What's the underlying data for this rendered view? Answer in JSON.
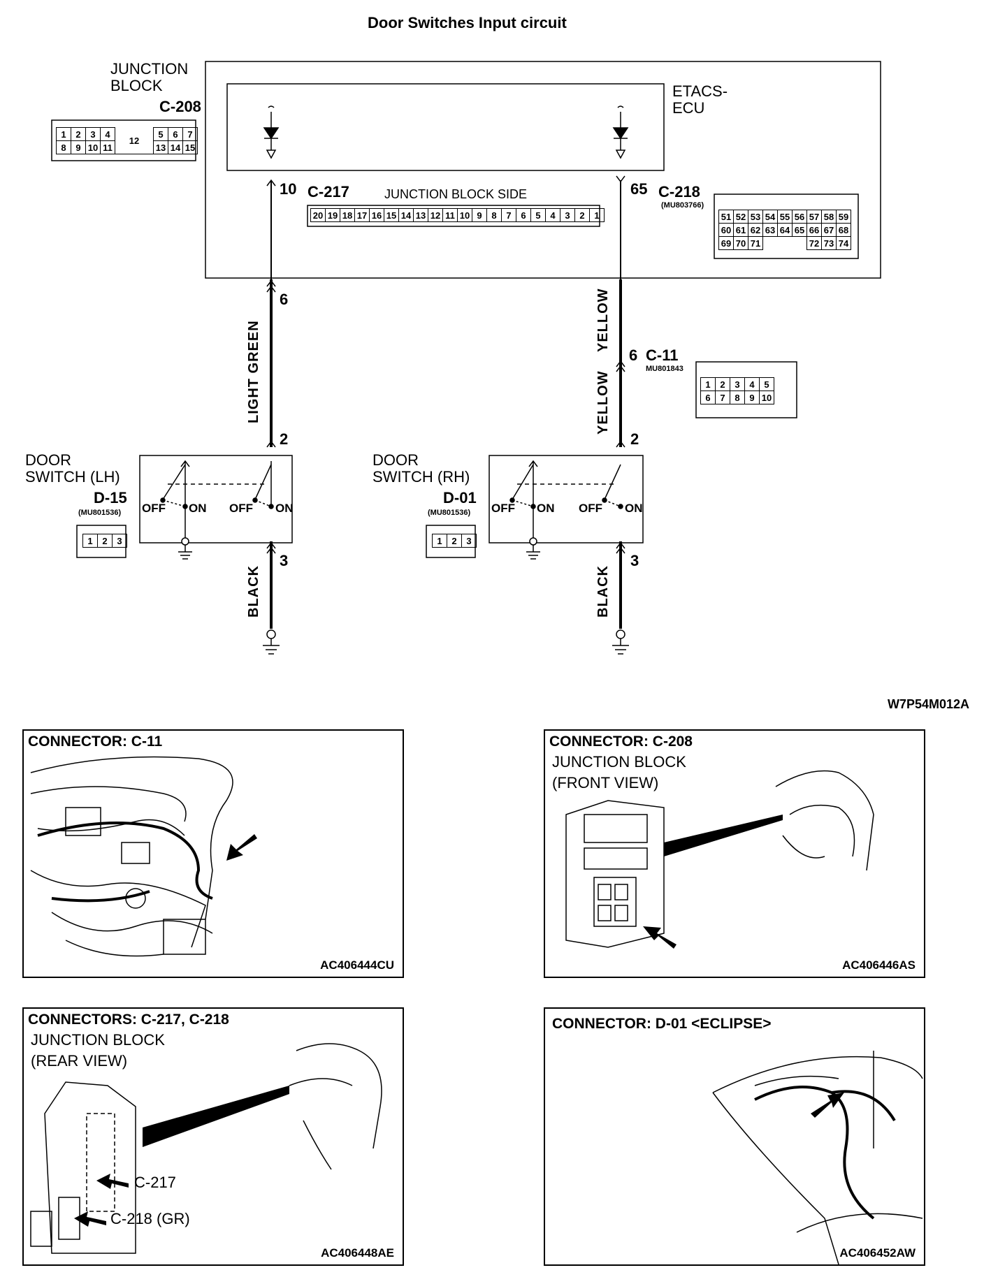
{
  "title": "Door Switches Input circuit",
  "junction_block": {
    "line1": "JUNCTION",
    "line2": "BLOCK",
    "connector": "C-208",
    "pins_row1": [
      "1",
      "2",
      "3",
      "4",
      "",
      "5",
      "6",
      "7"
    ],
    "pins_row2": [
      "8",
      "9",
      "10",
      "11",
      "12",
      "13",
      "14",
      "15"
    ]
  },
  "ecu": {
    "line1": "ETACS-",
    "line2": "ECU"
  },
  "c217": {
    "pin": "10",
    "label": "C-217",
    "side": "JUNCTION BLOCK SIDE",
    "pins": [
      "20",
      "19",
      "18",
      "17",
      "16",
      "15",
      "14",
      "13",
      "12",
      "11",
      "10",
      "9",
      "8",
      "7",
      "6",
      "5",
      "4",
      "3",
      "2",
      "1"
    ]
  },
  "c218": {
    "pin": "65",
    "label": "C-218",
    "part": "(MU803766)",
    "rows": [
      [
        "51",
        "52",
        "53",
        "54",
        "55",
        "56",
        "57",
        "58",
        "59"
      ],
      [
        "60",
        "61",
        "62",
        "63",
        "64",
        "65",
        "66",
        "67",
        "68"
      ],
      [
        "69",
        "70",
        "71",
        "",
        "",
        "",
        "72",
        "73",
        "74"
      ]
    ]
  },
  "wires": {
    "left_top": "LIGHT  GREEN",
    "right_top": "YELLOW",
    "right_mid": "YELLOW",
    "left_bottom": "BLACK",
    "right_bottom": "BLACK"
  },
  "pins": {
    "l6": "6",
    "l2": "2",
    "l3": "3",
    "r2": "2",
    "r3": "3"
  },
  "c11": {
    "pin": "6",
    "label": "C-11",
    "part": "MU801843",
    "row1": [
      "1",
      "2",
      "3",
      "4",
      "5"
    ],
    "row2": [
      "6",
      "7",
      "8",
      "9",
      "10"
    ]
  },
  "door_lh": {
    "line1": "DOOR",
    "line2": "SWITCH (LH)",
    "connector": "D-15",
    "part": "(MU801536)",
    "pins": [
      "1",
      "2",
      "3"
    ]
  },
  "door_rh": {
    "line1": "DOOR",
    "line2": "SWITCH (RH)",
    "connector": "D-01",
    "part": "(MU801536)",
    "pins": [
      "1",
      "2",
      "3"
    ]
  },
  "switch_labels": {
    "off": "OFF",
    "on": "ON"
  },
  "diagram_code": "W7P54M012A",
  "panels": {
    "c11": {
      "title": "CONNECTOR: C-11",
      "code": "AC406444CU"
    },
    "c208": {
      "title": "CONNECTOR: C-208",
      "sub1": "JUNCTION BLOCK",
      "sub2": "(FRONT VIEW)",
      "code": "AC406446AS"
    },
    "c217_218": {
      "title": "CONNECTORS: C-217, C-218",
      "sub1": "JUNCTION BLOCK",
      "sub2": "(REAR VIEW)",
      "callout1": "C-217",
      "callout2": "C-218 (GR)",
      "code": "AC406448AE"
    },
    "d01": {
      "title": "CONNECTOR: D-01 <ECLIPSE>",
      "code": "AC406452AW"
    }
  }
}
